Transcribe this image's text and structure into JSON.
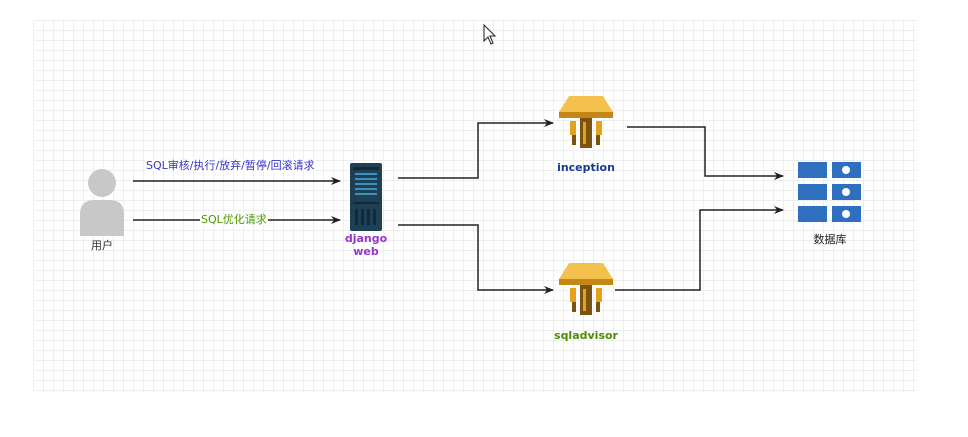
{
  "nodes": {
    "user": {
      "label": "用户"
    },
    "django": {
      "label_line1": "django",
      "label_line2": "web"
    },
    "inception": {
      "label": "inception"
    },
    "sqladvisor": {
      "label": "sqladvisor"
    },
    "database": {
      "label": "数据库"
    }
  },
  "edges": {
    "user_to_django_1": {
      "label": "SQL审核/执行/放弃/暂停/回滚请求"
    },
    "user_to_django_2": {
      "label": "SQL优化请求"
    }
  },
  "colors": {
    "edge_label_1": "#3333cc",
    "edge_label_2": "#4d9900",
    "django_label": "#9933cc",
    "inception_label": "#1a3a8c",
    "sqladvisor_label": "#4d8c00",
    "aws_dark": "#7a5410",
    "aws_gold": "#e3a21a",
    "aws_light": "#f4c14f",
    "server_body": "#1f3f55",
    "db_blue": "#2e6fbf",
    "person_gray": "#c8c8c8",
    "line": "#222222"
  },
  "icons": {
    "user": "user-icon",
    "django": "server-rack-icon",
    "inception": "aws-service-icon",
    "sqladvisor": "aws-service-icon",
    "database": "database-icon",
    "cursor": "mouse-cursor-icon"
  }
}
